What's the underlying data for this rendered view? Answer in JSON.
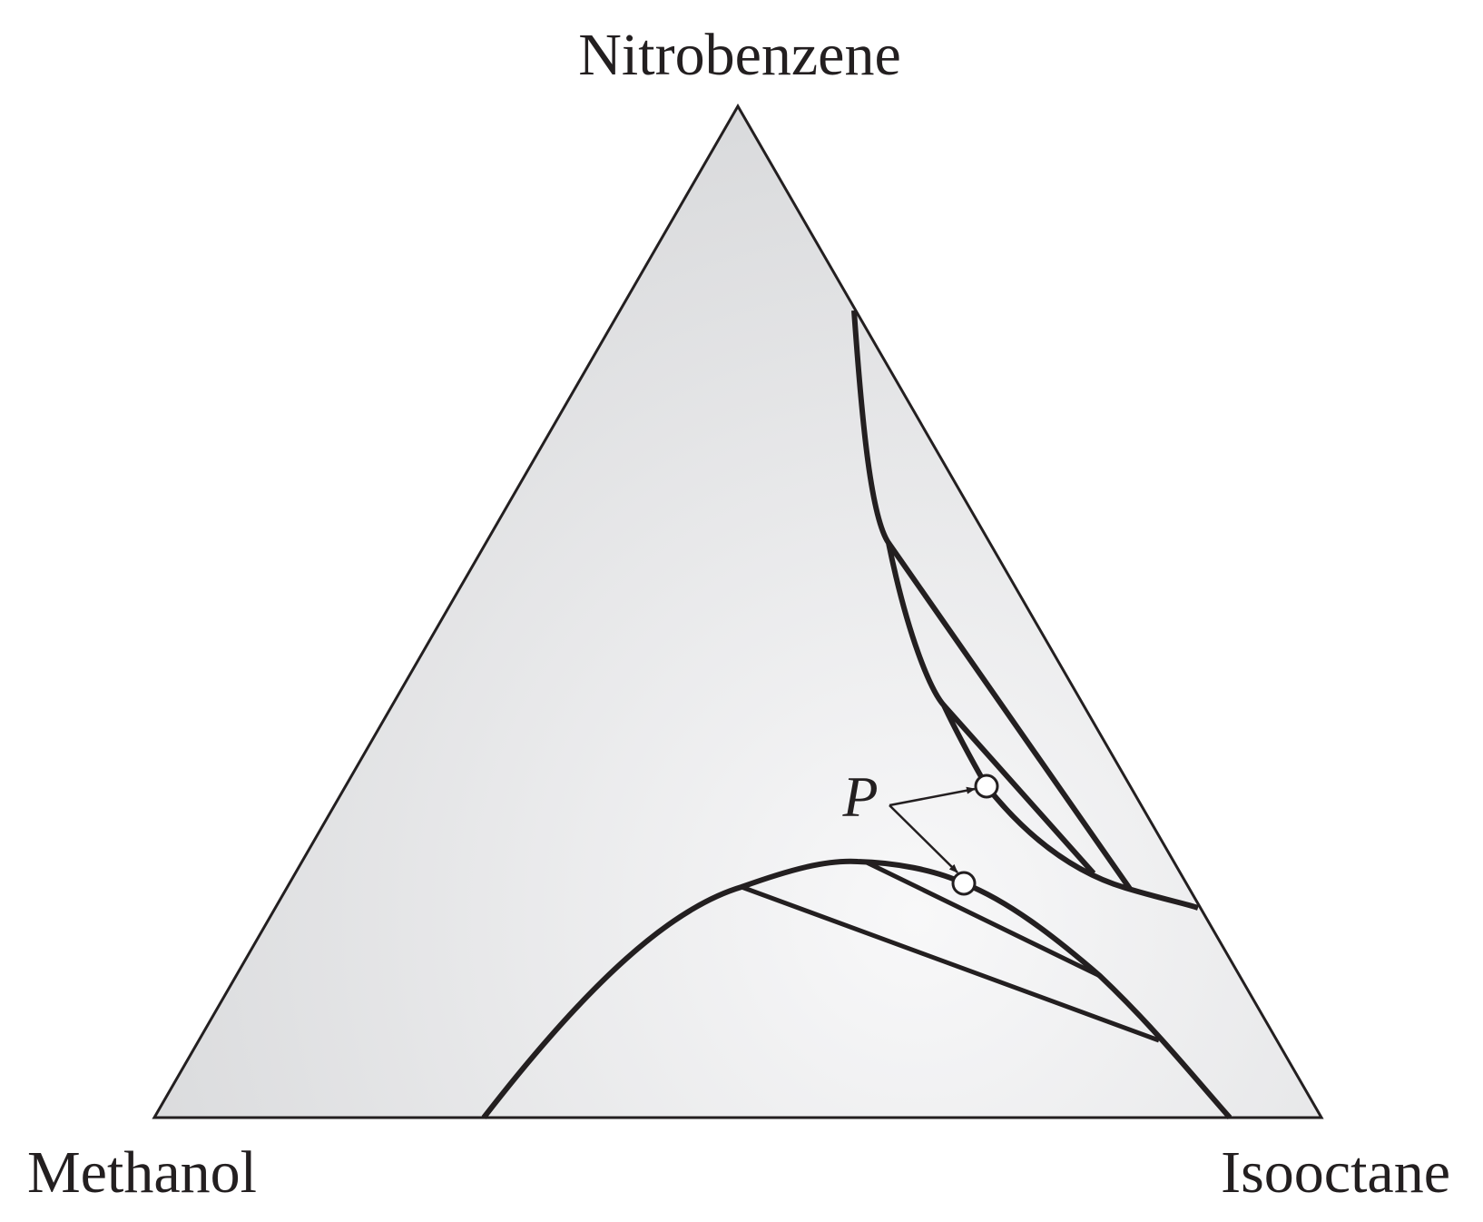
{
  "diagram": {
    "vertices": {
      "top": "Nitrobenzene",
      "left": "Methanol",
      "right": "Isooctane"
    },
    "plait_point_label": "P",
    "colors": {
      "fill_light": "#f8f8f9",
      "fill_dark": "#d7d8da",
      "stroke": "#231f20",
      "marker_fill": "#ffffff"
    }
  }
}
